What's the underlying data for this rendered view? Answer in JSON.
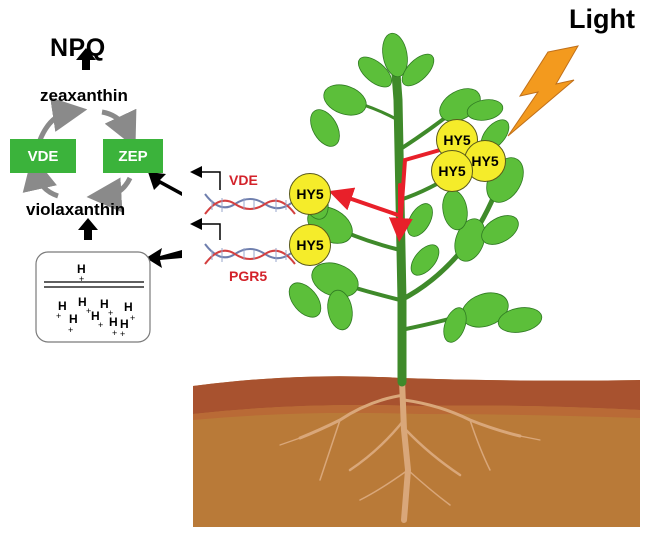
{
  "labels": {
    "light": "Light",
    "npq": "NPQ",
    "zeaxanthin": "zeaxanthin",
    "violaxanthin": "violaxanthin"
  },
  "enzymes": {
    "vde": "VDE",
    "zep": "ZEP"
  },
  "genes": {
    "vde": "VDE",
    "pgr5": "PGR5"
  },
  "hy5": {
    "label": "HY5"
  },
  "protons": {
    "symbol": "H",
    "charge": "+"
  },
  "colors": {
    "enzyme_box": "#3bb33b",
    "gene_text": "#d3222a",
    "hy5_fill": "#f5ec2a",
    "arrow_red": "#e8202a",
    "lightning": "#f39a1e",
    "soil": "#b97a38",
    "soil_top": "#a8522f",
    "leaf": "#5cbf3a",
    "stem": "#3f8a2a",
    "root": "#d9a77a"
  }
}
